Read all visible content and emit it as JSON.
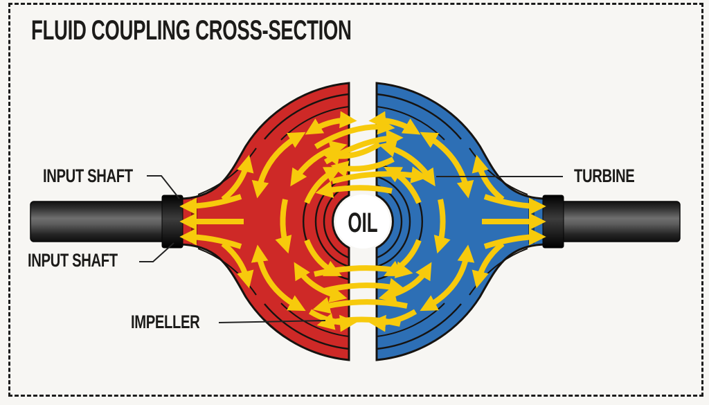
{
  "title": "FLUID COUPLING CROSS-SECTION",
  "labels": {
    "input_shaft_top": "INPUT SHAFT",
    "input_shaft_bottom": "INPUT SHAFT",
    "turbine": "TURBINE",
    "impeller": "IMPELLER",
    "oil": "OIL"
  },
  "colors": {
    "impeller-red": "#ce2927",
    "impeller-red-dark": "#8d1817",
    "turbine-blue": "#2d6fb5",
    "turbine-blue-dark": "#16395f",
    "flow-arrow-yellow": "#f7ca0c",
    "outline-black": "#161310",
    "label-text": "#1c1b19",
    "background": "#f7f6f3"
  }
}
